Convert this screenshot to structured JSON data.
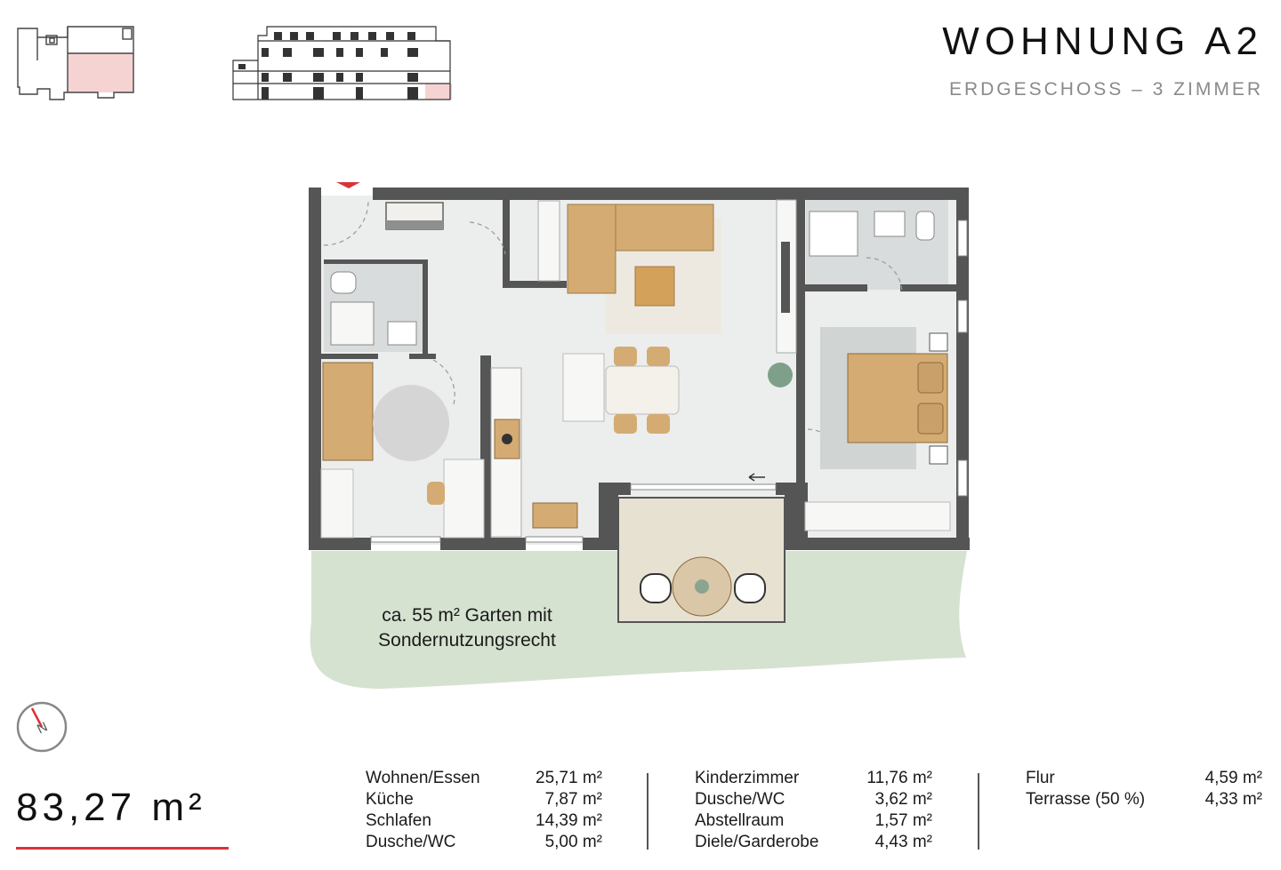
{
  "header": {
    "title": "WOHNUNG A2",
    "subtitle": "ERDGESCHOSS – 3 ZIMMER"
  },
  "garden": {
    "line1": "ca. 55 m² Garten mit",
    "line2": "Sondernutzungsrecht"
  },
  "compass": {
    "label": "N"
  },
  "total_area": "83,27 m²",
  "rooms": {
    "col1": [
      {
        "name": "Wohnen/Essen",
        "area": "25,71 m²"
      },
      {
        "name": "Küche",
        "area": "7,87 m²"
      },
      {
        "name": "Schlafen",
        "area": "14,39 m²"
      },
      {
        "name": "Dusche/WC",
        "area": "5,00 m²"
      }
    ],
    "col2": [
      {
        "name": "Kinderzimmer",
        "area": "11,76 m²"
      },
      {
        "name": "Dusche/WC",
        "area": "3,62 m²"
      },
      {
        "name": "Abstellraum",
        "area": "1,57 m²"
      },
      {
        "name": "Diele/Garderobe",
        "area": "4,43 m²"
      }
    ],
    "col3": [
      {
        "name": "Flur",
        "area": "4,59 m²"
      },
      {
        "name": "Terrasse (50 %)",
        "area": "4,33 m²"
      }
    ]
  },
  "colors": {
    "accent": "#d8343a",
    "wall": "#555555",
    "floor": "#eceeed",
    "garden": "#d6e2d0",
    "furniture": "#d4ab72",
    "highlight": "#f6d3d3"
  }
}
